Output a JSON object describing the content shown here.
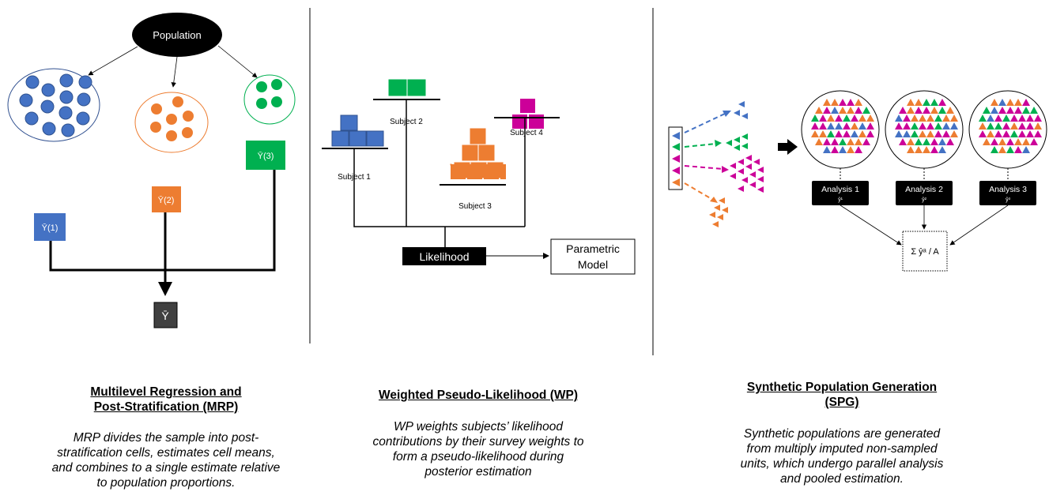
{
  "panel_mrp": {
    "population_label": "Population",
    "group_means": [
      "Ȳ(1)",
      "Ȳ(2)",
      "Ȳ(3)"
    ],
    "overall_mean": "Ȳ",
    "title_line1": "Multilevel Regression and",
    "title_line2": "Post-Stratification (MRP)",
    "description_lines": [
      "MRP divides the sample into post-",
      "stratification cells, estimates cell means,",
      "and combines to a single estimate relative",
      "to population proportions."
    ]
  },
  "panel_wp": {
    "subjects": [
      "Subject 1",
      "Subject 2",
      "Subject 3",
      "Subject 4"
    ],
    "likelihood_label": "Likelihood",
    "model_label_line1": "Parametric",
    "model_label_line2": "Model",
    "title": "Weighted Pseudo-Likelihood (WP)",
    "description_lines": [
      "WP weights subjects’ likelihood",
      "contributions by their survey weights to",
      "form a pseudo-likelihood during",
      "posterior estimation"
    ]
  },
  "panel_spg": {
    "analyses": [
      "Analysis 1",
      "Analysis 2",
      "Analysis 3"
    ],
    "analysis_estimates": [
      "ŷ¹",
      "ŷ²",
      "ŷ³"
    ],
    "pooled_formula": "Σ ŷᵃ / A",
    "title_line1": "Synthetic Population Generation",
    "title_line2": "(SPG)",
    "description_lines": [
      "Synthetic populations are generated",
      "from multiply imputed non-sampled",
      "units, which undergo parallel analysis",
      "and pooled estimation."
    ]
  },
  "colors": {
    "blue": "#4472C4",
    "orange": "#ED7D31",
    "green": "#00B050",
    "magenta": "#CC0099",
    "dark": "#000000",
    "gray": "#404040"
  }
}
